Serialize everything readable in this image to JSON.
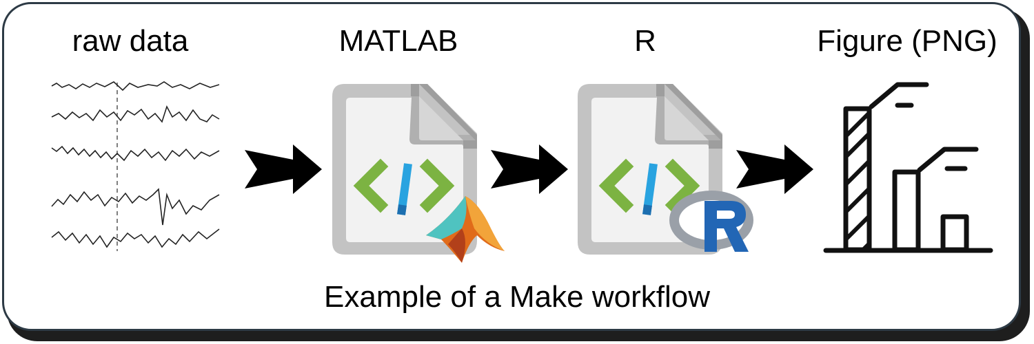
{
  "stages": [
    {
      "label": "raw data",
      "icon": "eeg-signal-icon"
    },
    {
      "label": "MATLAB",
      "icon": "matlab-script-file-icon"
    },
    {
      "label": "R",
      "icon": "r-script-file-icon"
    },
    {
      "label": "Figure (PNG)",
      "icon": "bar-chart-figure-icon"
    }
  ],
  "caption": "Example of a Make workflow",
  "colors": {
    "frame_border": "#2d3a45",
    "file_gray": "#c3c3c3",
    "code_green": "#7cb342",
    "code_blue": "#29a3e0",
    "r_blue": "#2266b5"
  }
}
